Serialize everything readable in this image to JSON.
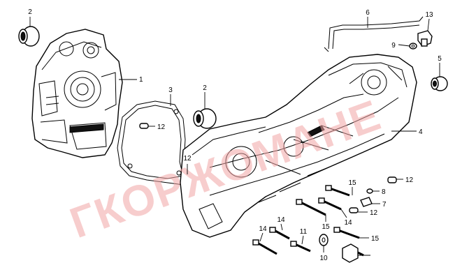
{
  "watermark": {
    "text": "ГКОРЖОМАНЕ",
    "color": "#f2a6a6"
  },
  "callouts": [
    {
      "id": "c2a",
      "label": "2"
    },
    {
      "id": "c1",
      "label": "1"
    },
    {
      "id": "c3",
      "label": "3"
    },
    {
      "id": "c12a",
      "label": "12"
    },
    {
      "id": "c12b",
      "label": "12"
    },
    {
      "id": "c2b",
      "label": "2"
    },
    {
      "id": "c6",
      "label": "6"
    },
    {
      "id": "c13",
      "label": "13"
    },
    {
      "id": "c9",
      "label": "9"
    },
    {
      "id": "c5",
      "label": "5"
    },
    {
      "id": "c4",
      "label": "4"
    },
    {
      "id": "c12c",
      "label": "12"
    },
    {
      "id": "c15a",
      "label": "15"
    },
    {
      "id": "c8",
      "label": "8"
    },
    {
      "id": "c7",
      "label": "7"
    },
    {
      "id": "c12d",
      "label": "12"
    },
    {
      "id": "c14a",
      "label": "14"
    },
    {
      "id": "c15b",
      "label": "15"
    },
    {
      "id": "c15c",
      "label": "15"
    },
    {
      "id": "c14b",
      "label": "14"
    },
    {
      "id": "c14c",
      "label": "14"
    },
    {
      "id": "c11",
      "label": "11"
    },
    {
      "id": "c10",
      "label": "10"
    }
  ]
}
